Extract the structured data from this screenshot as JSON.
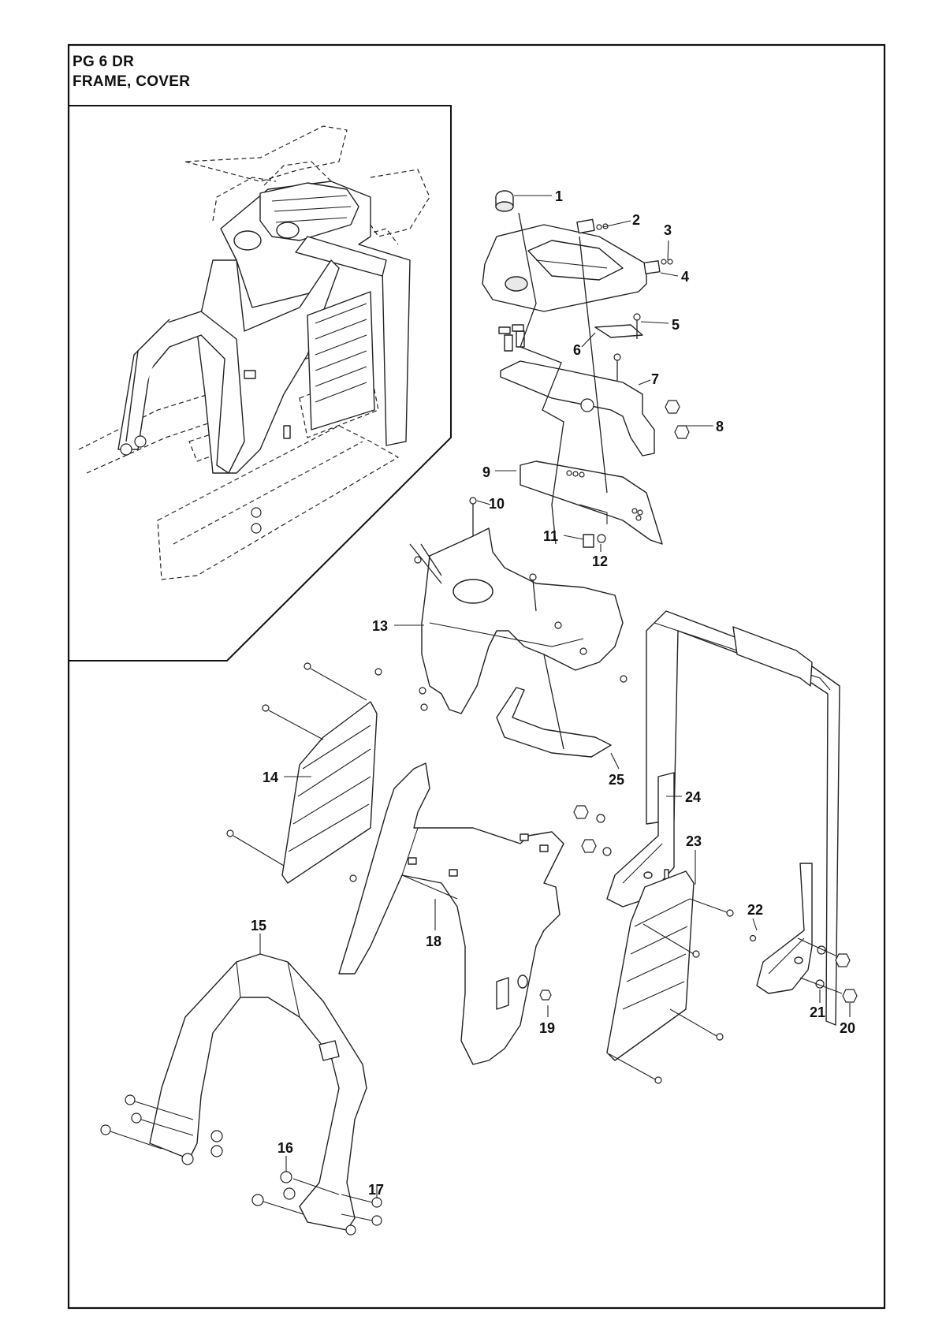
{
  "header": {
    "model": "PG 6 DR",
    "name": "FRAME, COVER"
  },
  "callouts": [
    "1",
    "2",
    "3",
    "4",
    "5",
    "6",
    "7",
    "8",
    "9",
    "10",
    "11",
    "12",
    "13",
    "14",
    "15",
    "16",
    "17",
    "18",
    "19",
    "20",
    "21",
    "22",
    "23",
    "24",
    "25"
  ]
}
